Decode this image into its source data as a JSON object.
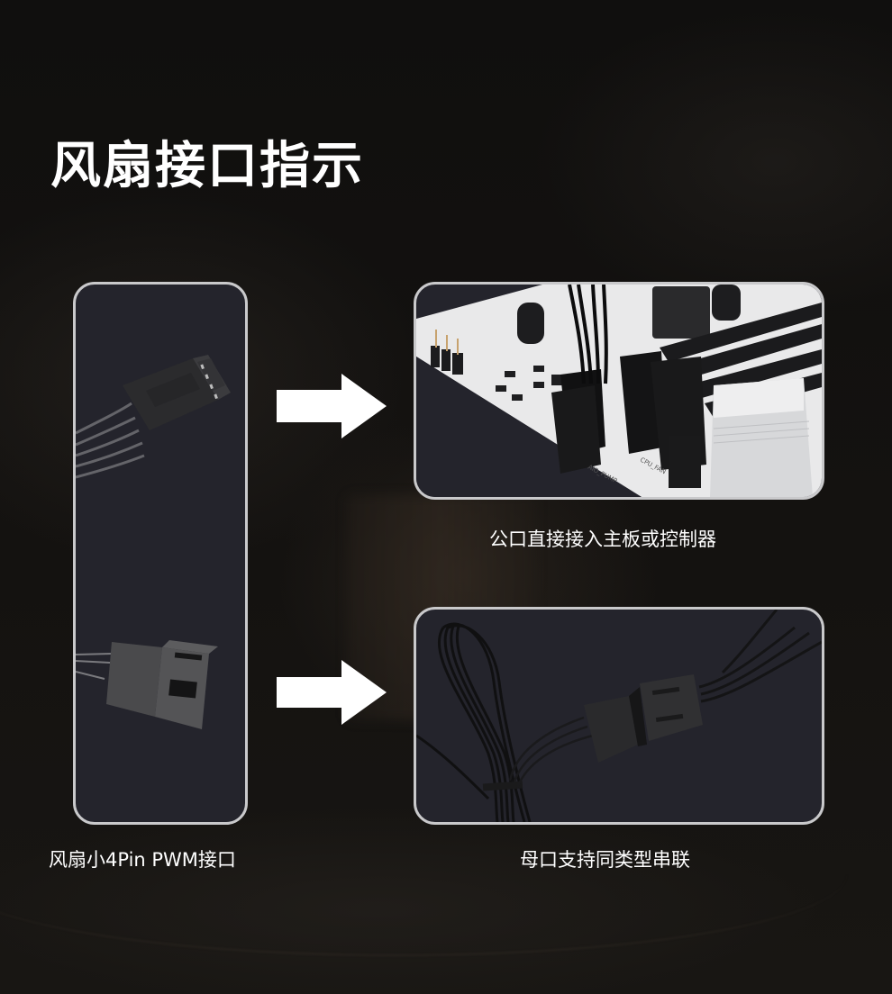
{
  "page": {
    "title": "风扇接口指示",
    "colors": {
      "background": "#0e0d0c",
      "panel_fill": "#24242c",
      "panel_border": "#c9c9cb",
      "text": "#ffffff",
      "arrow": "#ffffff"
    }
  },
  "panels": {
    "left": {
      "image": "fan-4pin-pwm-connectors-photo",
      "caption": "风扇小4Pin PWM接口"
    },
    "top_right": {
      "image": "motherboard-fan-header-photo",
      "caption": "公口直接接入主板或控制器",
      "silkscreen_labels": [
        "CPU_FAN",
        "AIO_PUMP"
      ]
    },
    "bottom_right": {
      "image": "daisy-chained-cables-photo",
      "caption": "母口支持同类型串联"
    }
  },
  "arrows": [
    {
      "icon": "arrow-right-icon",
      "from": "left.male-connector",
      "to": "top_right"
    },
    {
      "icon": "arrow-right-icon",
      "from": "left.female-connector",
      "to": "bottom_right"
    }
  ]
}
